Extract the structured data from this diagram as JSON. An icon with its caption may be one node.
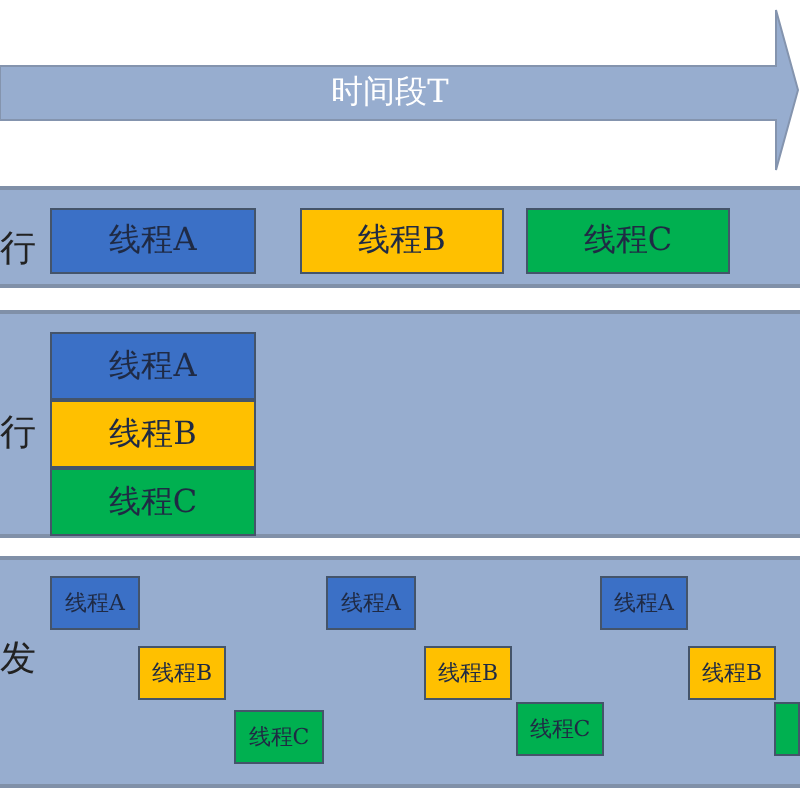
{
  "diagram": {
    "nodes": [
      {
        "text": [
          "时间段T"
        ]
      },
      {
        "text": [
          "行"
        ]
      },
      {
        "text": [
          "线程A"
        ],
        "in": 1
      },
      {
        "text": [
          "线程B"
        ],
        "in": 1
      },
      {
        "text": [
          "线程C"
        ],
        "in": 1
      },
      {
        "text": [
          "行"
        ]
      },
      {
        "text": [
          "线程A"
        ],
        "in": 5
      },
      {
        "text": [
          "线程B"
        ],
        "in": 5
      },
      {
        "text": [
          "线程C"
        ],
        "in": 5
      },
      {
        "text": [
          "发"
        ]
      },
      {
        "text": [
          "线程A"
        ],
        "in": 9
      },
      {
        "text": [
          "线程B"
        ],
        "in": 9
      },
      {
        "text": [
          "线程C"
        ],
        "in": 9
      },
      {
        "text": [
          "线程A"
        ],
        "in": 9
      },
      {
        "text": [
          "线程B"
        ],
        "in": 9
      },
      {
        "text": [
          "线程C"
        ],
        "in": 9
      },
      {
        "text": [
          "线程A"
        ],
        "in": 9
      },
      {
        "text": [
          "线程B"
        ],
        "in": 9
      },
      {
        "text": [],
        "shape": "box",
        "in": 9
      }
    ]
  }
}
